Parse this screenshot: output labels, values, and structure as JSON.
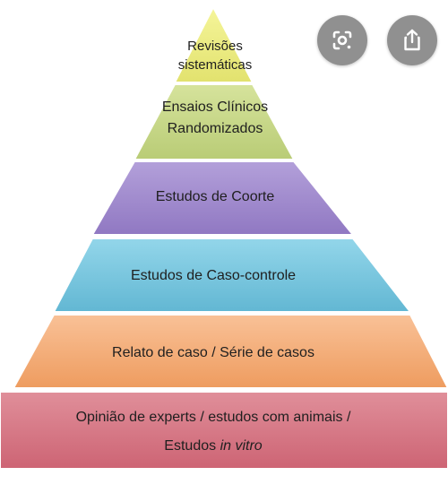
{
  "pyramid": {
    "levels": [
      {
        "line1": "Revisões",
        "line2": "sistemáticas",
        "color": "#ecec86"
      },
      {
        "line1": "Ensaios Clínicos",
        "line2": "Randomizados",
        "color": "#c9d98b"
      },
      {
        "line1": "Estudos de Coorte",
        "color": "#a58fd0"
      },
      {
        "line1": "Estudos de Caso-controle",
        "color": "#80cbe0"
      },
      {
        "line1": "Relato de caso / Série de casos",
        "color": "#f6b27d"
      },
      {
        "line1": "Opinião de experts / estudos com animais /",
        "line2_prefix": "Estudos ",
        "line2_italic": "in vitro",
        "color": "#d97a88"
      }
    ]
  },
  "overlay": {
    "lens_icon": "google-lens-icon",
    "share_icon": "share-icon"
  }
}
